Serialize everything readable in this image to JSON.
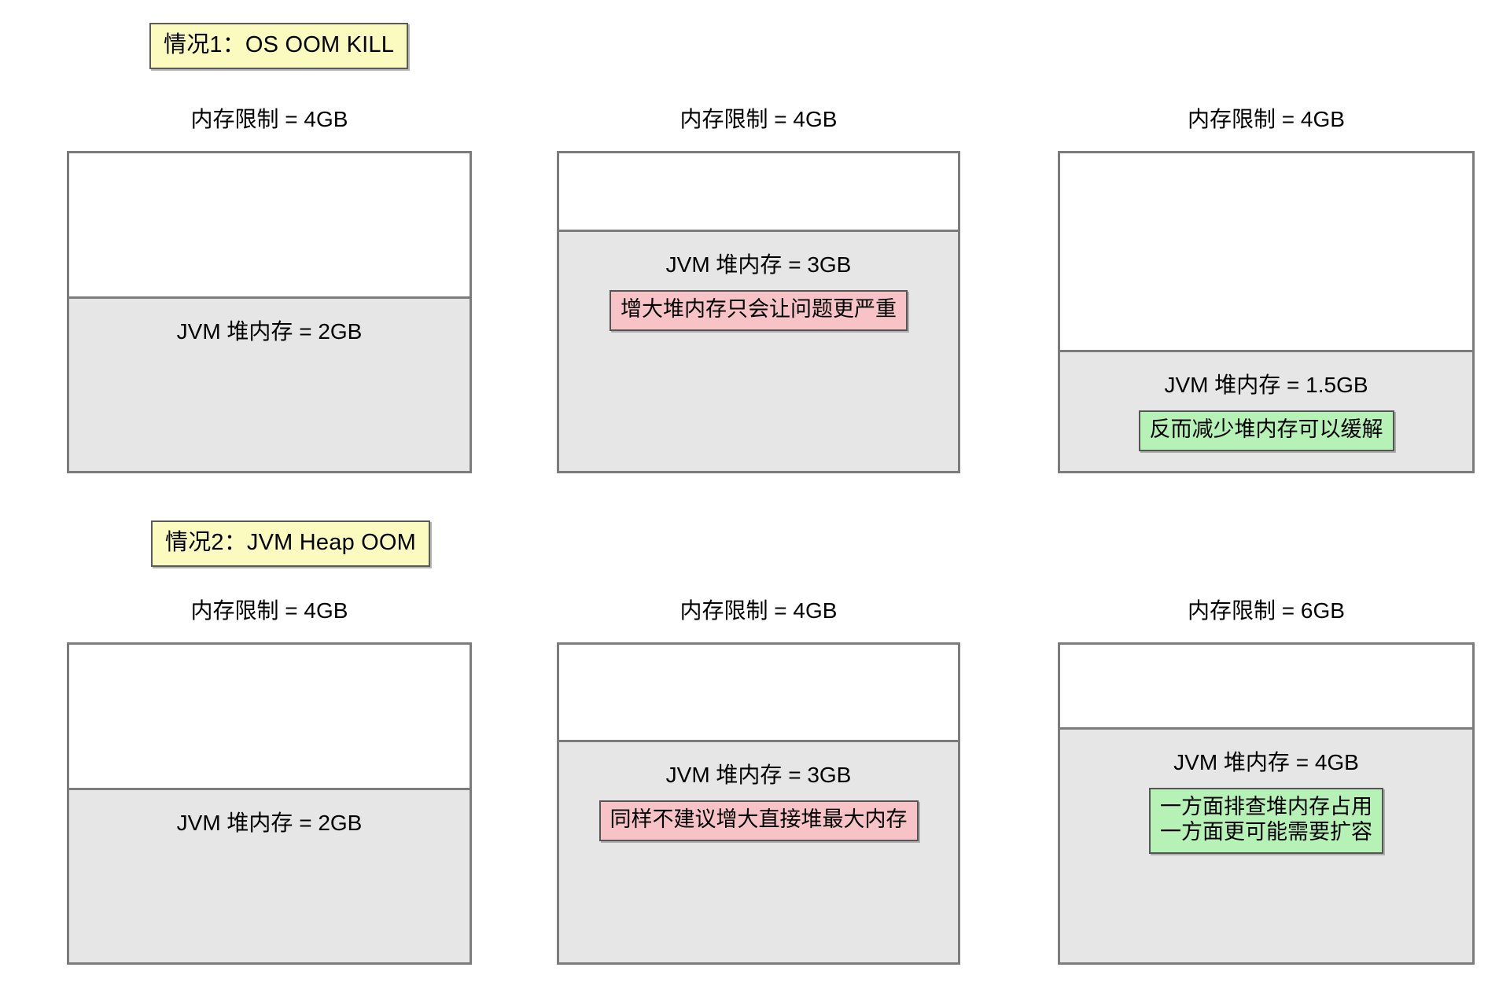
{
  "sections": [
    {
      "title": "情况1：OS OOM KILL",
      "columns": [
        {
          "limit_label": "内存限制 = 4GB",
          "heap_label": "JVM 堆内存 = 2GB",
          "heap_ratio": 55,
          "note": null,
          "note_kind": null
        },
        {
          "limit_label": "内存限制 = 4GB",
          "heap_label": "JVM 堆内存 = 3GB",
          "heap_ratio": 76,
          "note": [
            "增大堆内存只会让问题更严重"
          ],
          "note_kind": "bad"
        },
        {
          "limit_label": "内存限制 = 4GB",
          "heap_label": "JVM 堆内存 = 1.5GB",
          "heap_ratio": 38,
          "note": [
            "反而减少堆内存可以缓解"
          ],
          "note_kind": "good"
        }
      ]
    },
    {
      "title": "情况2：JVM Heap OOM",
      "columns": [
        {
          "limit_label": "内存限制 = 4GB",
          "heap_label": "JVM 堆内存 = 2GB",
          "heap_ratio": 55,
          "note": null,
          "note_kind": null
        },
        {
          "limit_label": "内存限制 = 4GB",
          "heap_label": "JVM 堆内存 = 3GB",
          "heap_ratio": 70,
          "note": [
            "同样不建议增大直接堆最大内存"
          ],
          "note_kind": "bad"
        },
        {
          "limit_label": "内存限制 = 6GB",
          "heap_label": "JVM 堆内存 = 4GB",
          "heap_ratio": 74,
          "note": [
            "一方面排查堆内存占用",
            "一方面更可能需要扩容"
          ],
          "note_kind": "good"
        }
      ]
    }
  ],
  "colors": {
    "title_chip_bg": "#fbfbbf",
    "heap_bg": "#e6e6e6",
    "box_border": "#7c7c7c",
    "note_bad_bg": "#f8c3c6",
    "note_good_bg": "#b6f2b6",
    "page_bg": "#ffffff"
  }
}
